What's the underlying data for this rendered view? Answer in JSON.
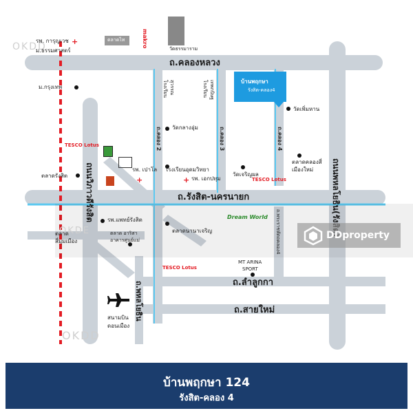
{
  "watermark": {
    "brand": "OKDD",
    "partial": "OKDE",
    "logo_text": "DDproperty"
  },
  "roads": {
    "khlong_luang": "ถ.คลองหลวง",
    "rangsit_nakhon_nayok": "ถ.รังสิต-นครนายก",
    "lam_luk_ka": "ถ.ลำลูกกา",
    "sai_mai": "ถ.สายใหม่",
    "phahonyothin": "ถ.พหลโยธิน",
    "vibhavadi": "ถนนวิภาวดีรังสิต",
    "phaholyothin_right": "ถนนพหลโยธิน(รังสิต)",
    "khlong2": "ถ.คลอง 2",
    "khlong3": "ถ.คลอง 3",
    "khlong4": "ถ.คลอง 4",
    "khlong_wat": "ถ.พระราชหัตถคลอง4"
  },
  "places": {
    "hospital_karunyavej": "รพ. การุญเวช",
    "thammasat": "ม.ธรรมศาสตร์",
    "talad_thai": "ตลาดไท",
    "makro": "makro",
    "wat_thammaram": "วัดธรรมาราม",
    "bangkok_univ": "ม.กรุงเทพ",
    "tesco_left": "TESCO Lotus",
    "hospital_paolo": "รพ. เปาโล",
    "talad_rangsit": "ตลาดรังสิต",
    "school_1": "โรงเรียน",
    "school_2": "สุวรรณ",
    "school_3": "โรงเรียน",
    "school_4": "เทพกนิษฐ",
    "wat_klang": "วัดกลางอุ่ม",
    "school_udom": "โรงเรียนอุดมวิทยา",
    "hospital_ekpathum": "รพ. เอกปทุม",
    "wat_rangsit": "วัดเจริญผล",
    "tesco_mid": "TESCO Lotus",
    "wat_phuen": "วัดเพิ่มหาน",
    "talad_khlong4": "ตลาดคลองสี่",
    "talad_khlong4b": "เมืองใหม่",
    "hospital_phatrangsit": "รพ.แพทย์รังสิต",
    "talad_muang": "ตลาด",
    "talad_muang2": "สี่มุมเมือง",
    "talad_rangsit2": "ตลาดนานาเจริญ",
    "future_park": "Dream World",
    "airport_1": "สนามบิน",
    "airport_2": "ดอนเมือง",
    "mt_arina_1": "MT ARINA",
    "mt_arina_2": "SPORT",
    "tesco_bottom": "TESCO Lotus",
    "project_sign": "บ้านพฤกษา",
    "project_sign_sub": "รังสิต-คลอง4",
    "market_aris": "ตลาด อาริสา",
    "market_aris2": "อาคารศูนย์แม่"
  },
  "footer": {
    "title": "บ้านพฤกษา 124",
    "subtitle": "รังสิต-คลอง 4"
  },
  "colors": {
    "road": "#cbd2d9",
    "canal": "#5bc8f0",
    "rail": "#e31b23",
    "project_blue": "#1e9be0",
    "footer_bg": "#1b3d6d"
  }
}
